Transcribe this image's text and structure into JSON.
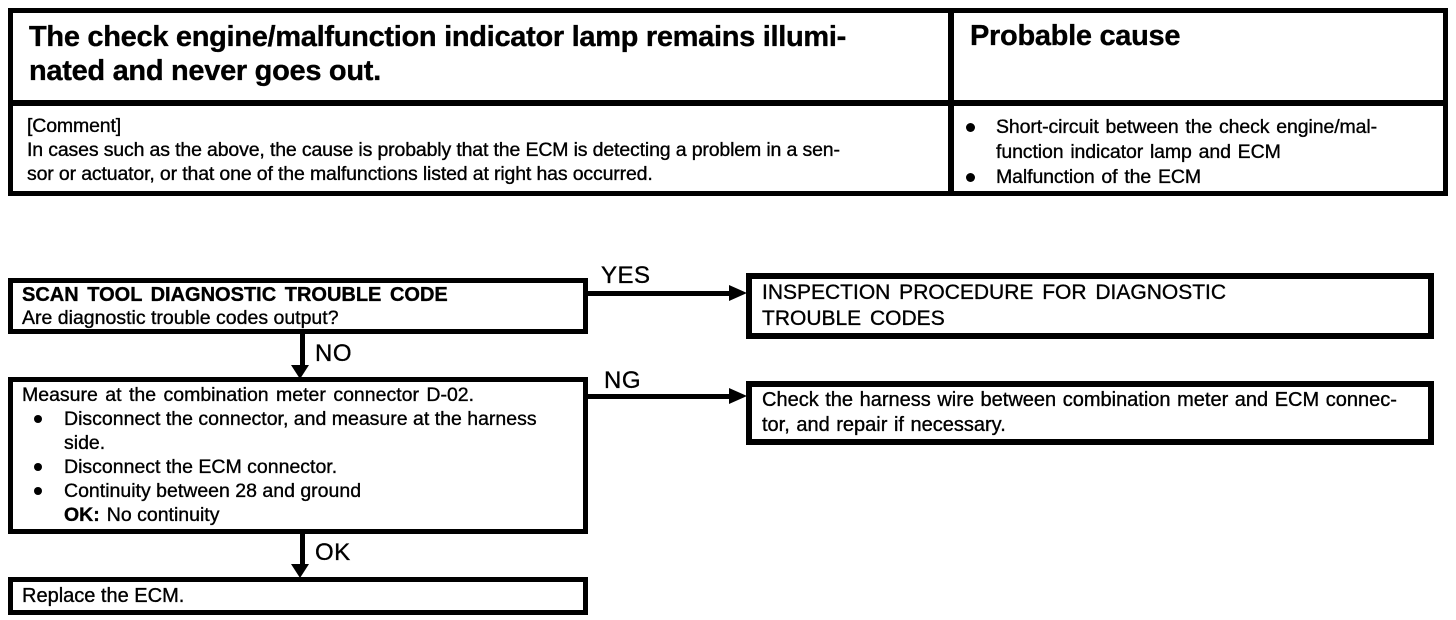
{
  "colors": {
    "ink": "#000000",
    "paper": "#ffffff"
  },
  "symptom_table": {
    "symptom": "The check engine/malfunction indicator lamp remains illumi-\nnated and never goes out.",
    "probable_cause_header": "Probable cause",
    "comment": "[Comment]\nIn cases such as the above, the cause is probably that the ECM is detecting a problem in a sen-\nsor or actuator, or that one of the malfunctions listed at right has occurred.",
    "causes": [
      "Short-circuit between the check engine/mal-\nfunction indicator lamp and ECM",
      "Malfunction of the ECM"
    ]
  },
  "flowchart": {
    "labels": {
      "yes": "YES",
      "no": "NO",
      "ng": "NG",
      "ok": "OK"
    },
    "step1": {
      "title": "SCAN TOOL DIAGNOSTIC TROUBLE CODE",
      "question": "Are diagnostic trouble codes output?"
    },
    "yes_result": "INSPECTION PROCEDURE FOR DIAGNOSTIC\nTROUBLE CODES",
    "step2": {
      "title": "Measure at the combination meter connector D-02.",
      "bullets": [
        "Disconnect the connector, and measure at the harness\nside.",
        "Disconnect the ECM connector.",
        "Continuity between 28 and ground"
      ],
      "ok_label": "OK:",
      "ok_text": "No continuity"
    },
    "ng_result": "Check the harness wire between combination meter and ECM connec-\ntor, and repair if necessary.",
    "final_step": "Replace the ECM."
  }
}
